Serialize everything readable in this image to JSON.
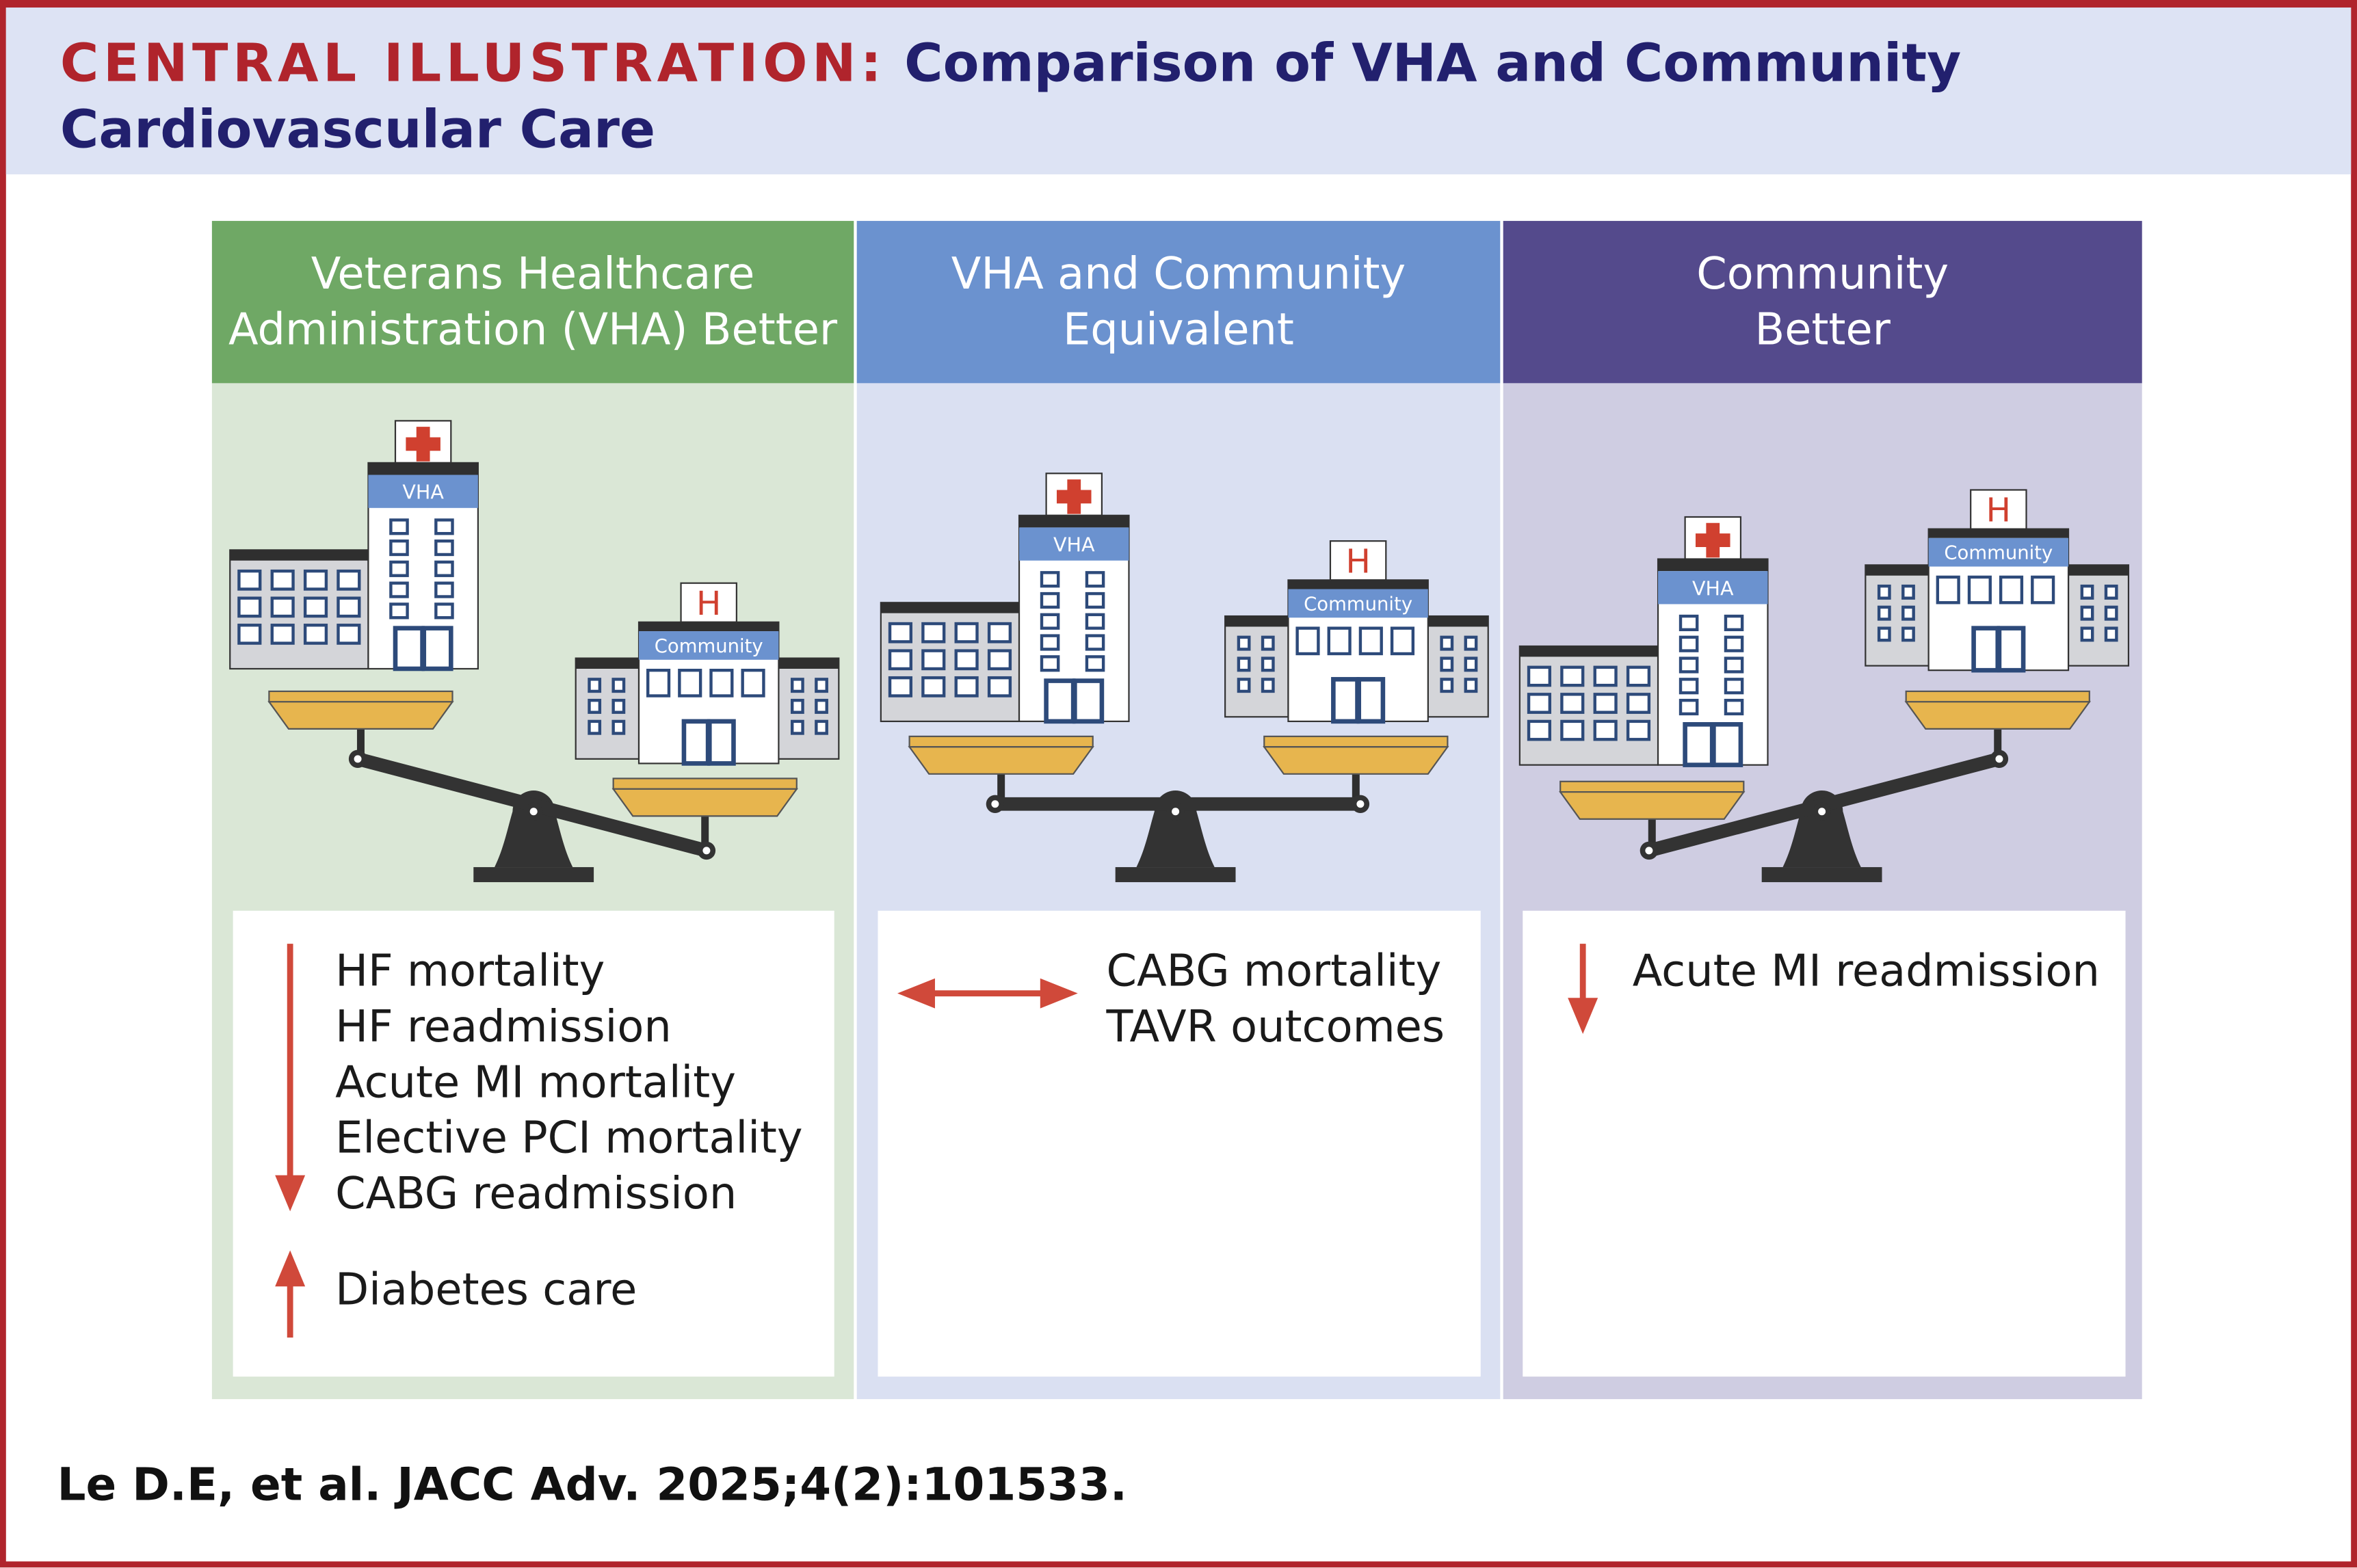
{
  "header": {
    "title_lead": "CENTRAL ILLUSTRATION:",
    "title_rest": " Comparison of VHA and Community Cardiovascular Care"
  },
  "panels": [
    {
      "heading_line1": "Veterans Healthcare",
      "heading_line2": "Administration (VHA) Better",
      "header_color": "#6fa865",
      "body_color": "#dae7d6",
      "lower_items": [
        "HF mortality",
        "HF readmission",
        "Acute MI mortality",
        "Elective PCI mortality",
        "CABG readmission"
      ],
      "lower_icon": "arrow-down-icon",
      "higher_items": [
        "Diabetes care"
      ],
      "higher_icon": "arrow-up-icon"
    },
    {
      "heading_line1": "VHA and Community",
      "heading_line2": "Equivalent",
      "header_color": "#6b92cf",
      "body_color": "#dae0f2",
      "equal_items": [
        "CABG mortality",
        "TAVR outcomes"
      ],
      "equal_icon": "double-arrow-icon"
    },
    {
      "heading_line1": "Community",
      "heading_line2": "Better",
      "header_color": "#544a8c",
      "body_color": "#cfcde2",
      "lower_items": [
        "Acute MI readmission"
      ],
      "lower_icon": "arrow-down-icon"
    }
  ],
  "buildings": {
    "vha_label": "VHA",
    "community_label": "Community",
    "community_sign": "H"
  },
  "footer": {
    "citation": "Le D.E, et al. JACC Adv. 2025;4(2):101533."
  },
  "colors": {
    "accent_red": "#b0242c",
    "navy": "#22206e",
    "arrow": "#d0493a",
    "pan": "#e7b54e"
  }
}
